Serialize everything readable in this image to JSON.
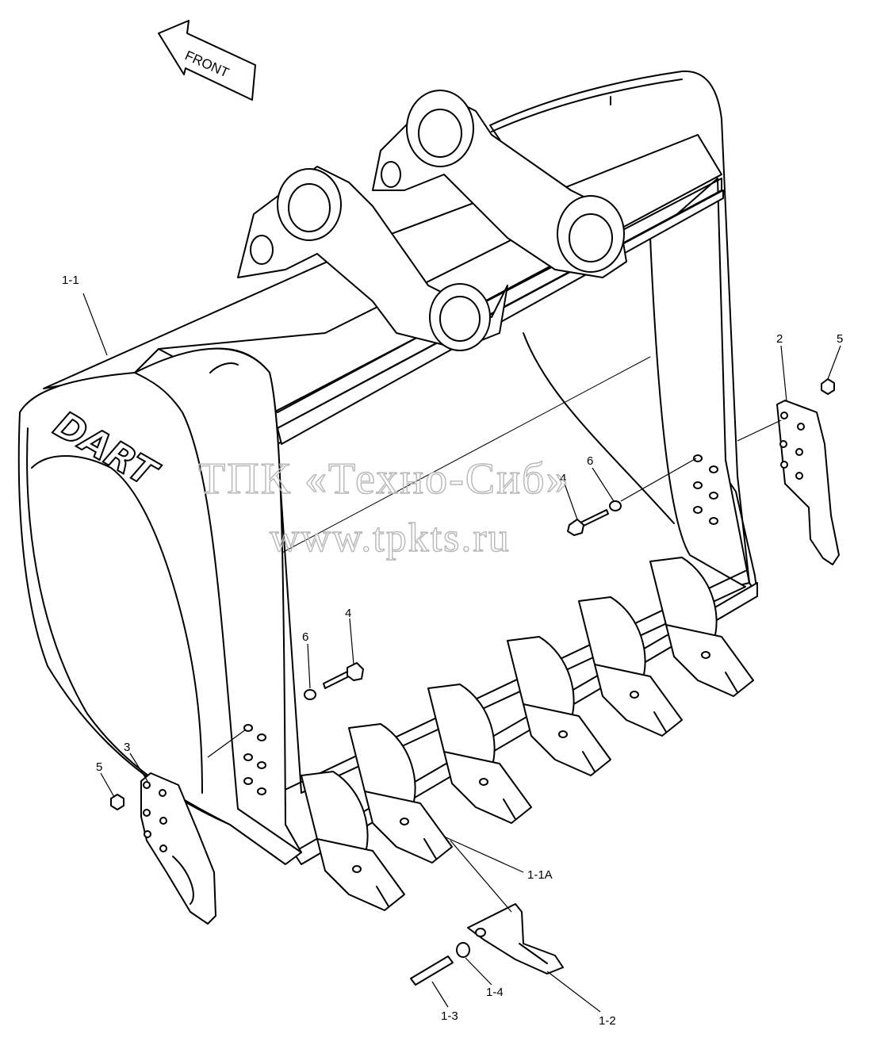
{
  "front_arrow": {
    "text": "FRONT"
  },
  "brand_logo": {
    "text": "DART"
  },
  "watermark": {
    "company": "ТПК «Техно-Сиб»",
    "url": "www.tpkts.ru"
  },
  "callouts": {
    "bucket": "1-1",
    "tooth_adapter": "1-1A",
    "tooth_tip": "1-2",
    "pin": "1-3",
    "lock_washer": "1-4",
    "side_cutter_right": "2",
    "side_cutter_left": "3",
    "bolt_right": "4",
    "bolt_left": "4",
    "nut_right": "5",
    "nut_left": "5",
    "washer_right": "6",
    "washer_left": "6"
  },
  "colors": {
    "line": "#000000",
    "background": "#ffffff",
    "watermark": "#b8b8b8"
  }
}
